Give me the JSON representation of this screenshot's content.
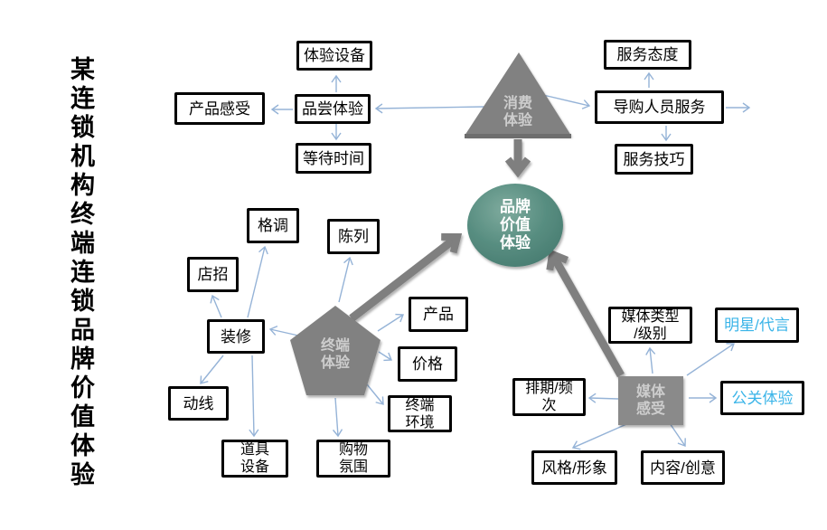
{
  "title": "某连锁机构终端连锁品牌价值体验",
  "center": {
    "label": "品牌\n价值\n体验"
  },
  "hubs": {
    "consumption": {
      "label": "消费\n体验"
    },
    "terminal": {
      "label": "终端\n体验"
    },
    "media": {
      "label": "媒体\n感受"
    }
  },
  "nodes": {
    "experience_equipment": "体验设备",
    "product_feel": "产品感受",
    "tasting_experience": "品尝体验",
    "waiting_time": "等待时间",
    "service_attitude": "服务态度",
    "guide_staff_service": "导购人员服务",
    "service_skills": "服务技巧",
    "style": "格调",
    "display": "陈列",
    "store_sign": "店招",
    "decoration": "装修",
    "movement_line": "动线",
    "props_equipment": "道具\n设备",
    "shopping_atmosphere": "购物\n氛围",
    "product": "产品",
    "price": "价格",
    "terminal_environment": "终端\n环境",
    "schedule_frequency": "排期/频\n次",
    "media_type_level": "媒体类型\n/级别",
    "star_endorsement": "明星/代言",
    "pr_experience": "公关体验",
    "style_image": "风格/形象",
    "content_creativity": "内容/创意"
  },
  "colors": {
    "highlight_text": "#3ab4e8",
    "shape_gray": "#7f7f7f",
    "thin_arrow_blue": "#95b3d7",
    "center_teal": "#568c7f",
    "box_border": "#000000",
    "shape_text": "#cdcdcd"
  }
}
